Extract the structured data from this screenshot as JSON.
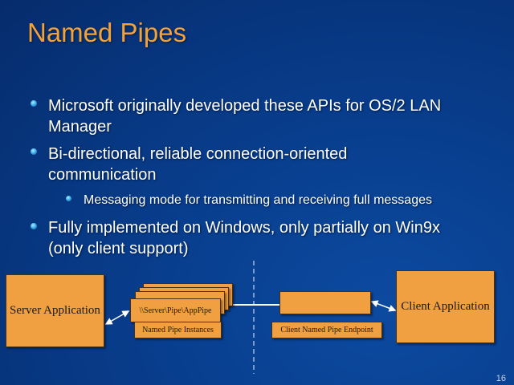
{
  "slide": {
    "title": "Named Pipes",
    "page_number": "16"
  },
  "bullets": [
    {
      "line1": "Microsoft originally developed these APIs for OS/2 LAN",
      "line2": "Manager"
    },
    {
      "line1": "Bi-directional, reliable connection-oriented",
      "line2": "communication"
    },
    {
      "sub": "Messaging mode for transmitting and receiving full messages"
    },
    {
      "line1": "Fully implemented on Windows, only partially on Win9x",
      "line2": "(only client support)"
    }
  ],
  "diagram": {
    "server": "Server Application",
    "pipe_name": "\\\\Server\\Pipe\\AppPipe",
    "instances_label": "Named Pipe Instances",
    "endpoint_label": "Client Named Pipe Endpoint",
    "client": "Client Application"
  }
}
